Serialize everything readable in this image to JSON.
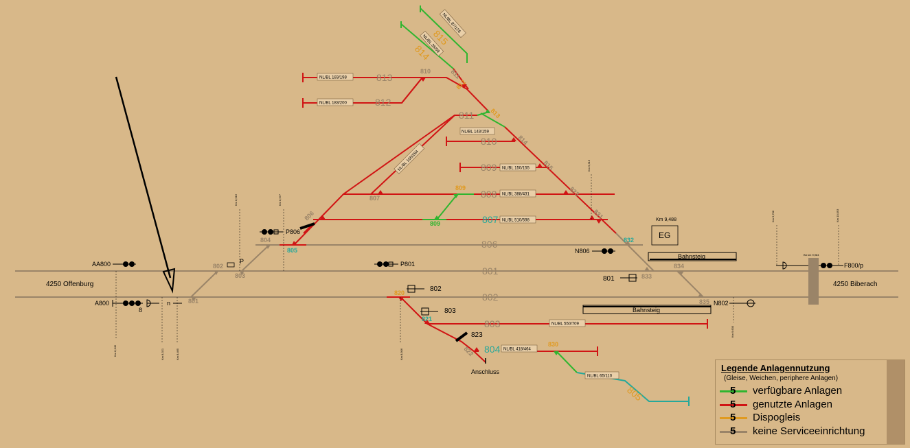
{
  "colors": {
    "background": "#d8b889",
    "available": "#2fb52f",
    "used": "#d01414",
    "dispo": "#e09a20",
    "none": "#9a8468",
    "teal": "#26a89a"
  },
  "track_numbers": {
    "t801": "801",
    "t802": "802",
    "t803": "803",
    "t804": "804",
    "t805": "805",
    "t806": "806",
    "t807": "807",
    "t808": "808",
    "t809": "809",
    "t810": "810",
    "t811": "811",
    "t812": "812",
    "t813": "813",
    "t814": "814",
    "t815": "815"
  },
  "switch_numbers": {
    "w801": "801",
    "w802": "802",
    "w803": "803",
    "w804": "804",
    "w805": "805",
    "w806": "806",
    "w807": "807",
    "w809": "809",
    "w810": "810",
    "w811": "811",
    "w812": "812",
    "w813": "813",
    "w814": "814",
    "w815": "815",
    "w820": "820",
    "w821": "821",
    "w822": "822",
    "w823": "823",
    "w830": "830",
    "w831": "831",
    "w832": "832",
    "w833": "833",
    "w834": "834",
    "w835": "835",
    "w836": "806",
    "w808": "809"
  },
  "nutzlaengen": {
    "n813": "NL/BL 183/198",
    "n812": "NL/BL 183/200",
    "n815t": "NL/BL 87/126",
    "n814t": "NL/BL 35/58",
    "n810": "NL/BL 143/159",
    "n809": "NL/BL 150/155",
    "n808": "NL/BL 388/431",
    "n807": "NL/BL 510/598",
    "ndiag": "NL/BL 105/284",
    "n803": "NL/BL 550/709",
    "n804": "NL/BL 418/464",
    "n805": "NL/BL 65/110"
  },
  "signals": {
    "aa800": "AA800",
    "a800": "A800",
    "p806": "P806",
    "p801": "P801",
    "n806": "N806",
    "f800": "F800/p",
    "n802": "N802",
    "s801": "801",
    "s802": "802",
    "s803": "803",
    "s823": "823",
    "p": "P",
    "eight": "8",
    "n": "n"
  },
  "places": {
    "offenburg": "4250 Offenburg",
    "biberach": "4250 Biberach",
    "eg": "EG",
    "km_eg": "Km 9,488",
    "bahnsteig1": "Bahnsteig",
    "bahnsteig2": "Bahnsteig",
    "anschluss": "Anschluss"
  },
  "km_marks": {
    "k1": "Km 8,345",
    "k2": "Km 8,321",
    "k3": "Km 8,465",
    "k4": "Km 8,916",
    "k5": "Km 8,977",
    "k6": "Km 8,906",
    "k7": "Km 9,319",
    "k8": "Km 9,600",
    "k9": "Km 9,708",
    "k10": "Km 10,093",
    "k11": "Bü km 9,984"
  },
  "legend": {
    "title": "Legende Anlagennutzung",
    "subtitle": "(Gleise, Weichen, periphere Anlagen)",
    "items": [
      {
        "num": "5",
        "label": "verfügbare Anlagen",
        "color": "#2fb52f"
      },
      {
        "num": "5",
        "label": "genutzte Anlagen",
        "color": "#d01414"
      },
      {
        "num": "5",
        "label": "Dispogleis",
        "color": "#e09a20"
      },
      {
        "num": "5",
        "label": "keine Serviceeinrichtung",
        "color": "#9a8468"
      }
    ]
  }
}
